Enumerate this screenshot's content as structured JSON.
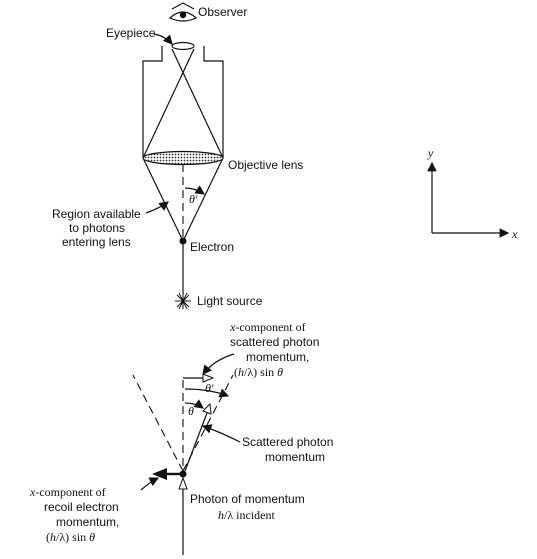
{
  "top": {
    "observer": "Observer",
    "eyepiece": "Eyepiece",
    "objective_lens": "Objective lens",
    "theta_prime": "θ′",
    "region_lines": [
      "Region available",
      "to photons",
      "entering lens"
    ],
    "electron": "Electron",
    "light_source": "Light source"
  },
  "axes": {
    "y": "y",
    "x": "x"
  },
  "bottom": {
    "xcomp_scattered_lines": [
      "x-component of",
      "scattered photon",
      "momentum,",
      "(h/λ) sin θ"
    ],
    "theta_prime": "θ′",
    "theta": "θ",
    "scattered_lines": [
      "Scattered photon",
      "momentum"
    ],
    "photon_incident_lines": [
      "Photon of momentum",
      "h/λ incident"
    ],
    "recoil_lines": [
      "x-component of",
      "recoil electron",
      "momentum,",
      "(h/λ) sin θ"
    ]
  }
}
